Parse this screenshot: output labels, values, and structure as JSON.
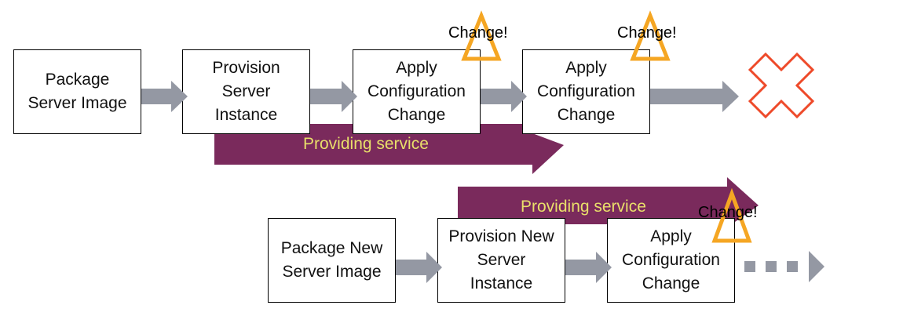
{
  "diagram": {
    "colors": {
      "box_border": "#000000",
      "flow_arrow": "#9498a3",
      "service_band": "#7a2a5c",
      "service_text": "#e9df6a",
      "warning": "#f5a623",
      "failure": "#ee4a2a"
    },
    "top_row": {
      "steps": [
        {
          "label": "Package\nServer Image"
        },
        {
          "label": "Provision\nServer\nInstance"
        },
        {
          "label": "Apply\nConfiguration\nChange"
        },
        {
          "label": "Apply\nConfiguration\nChange"
        }
      ],
      "service_band": {
        "label": "Providing service"
      },
      "warnings": [
        {
          "icon": "warning-triangle-icon",
          "label": "Change!"
        },
        {
          "icon": "warning-triangle-icon",
          "label": "Change!"
        }
      ],
      "end_state": {
        "icon": "failure-x-icon"
      }
    },
    "bottom_row": {
      "steps": [
        {
          "label": "Package New\nServer Image"
        },
        {
          "label": "Provision New\nServer\nInstance"
        },
        {
          "label": "Apply\nConfiguration\nChange"
        }
      ],
      "service_band": {
        "label": "Providing service"
      },
      "warnings": [
        {
          "icon": "warning-triangle-icon",
          "label": "Change!"
        }
      ],
      "end_state": {
        "icon": "continuation-dotted-arrow-icon"
      }
    }
  }
}
